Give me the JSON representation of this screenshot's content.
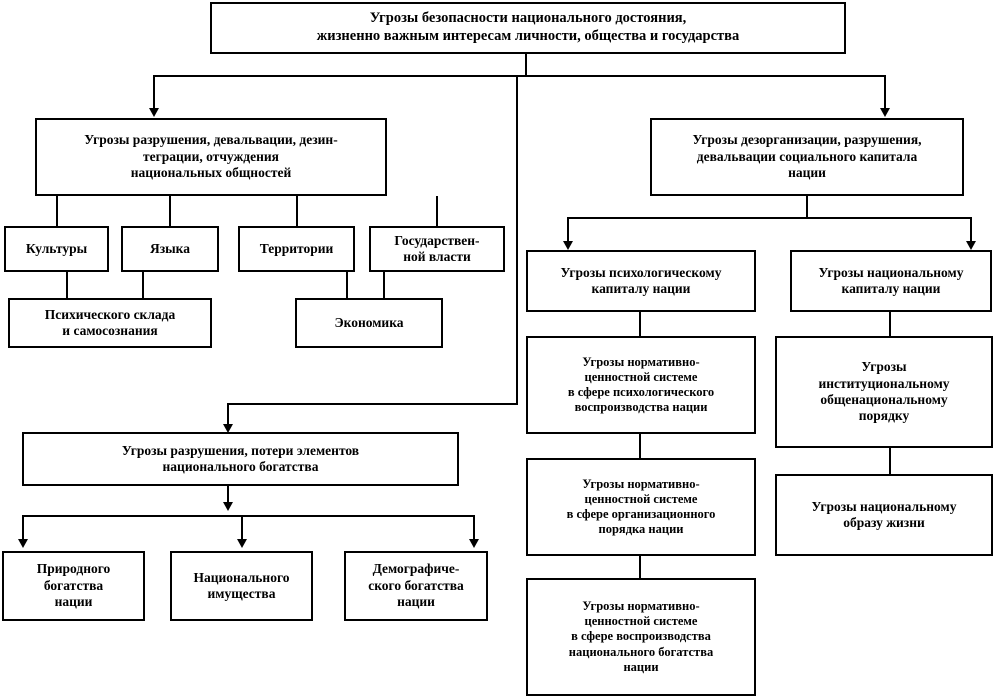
{
  "diagram": {
    "title": "Угрозы безопасности национального достояния, жизненно важным интересам личности, общества и государства",
    "root": {
      "line1": "Угрозы безопасности национального достояния,",
      "line2": "жизненно важным интересам личности, общества и государства"
    },
    "branches": {
      "left": {
        "header": "Угрозы разрушения, девальвации, дезин-­теграции, отчуждения национальных общностей",
        "header_lines": [
          "Угрозы разрушения, девальвации, дезин-",
          "теграции, отчуждения",
          "национальных общностей"
        ],
        "children": [
          {
            "label": "Культуры"
          },
          {
            "label": "Языка"
          },
          {
            "label": "Территории"
          },
          {
            "label": "Государствен-\nной власти",
            "lines": [
              "Государствен-",
              "ной власти"
            ]
          }
        ],
        "grandchildren": [
          {
            "label": "Психического склада и самосознания",
            "lines": [
              "Психического склада",
              "и самосознания"
            ]
          },
          {
            "label": "Экономика",
            "lines": [
              "Экономика"
            ]
          }
        ]
      },
      "center": {
        "header": "Угрозы разрушения, потери элементов национального богатства",
        "header_lines": [
          "Угрозы разрушения, потери элементов",
          "национального богатства"
        ],
        "children": [
          {
            "label": "Природного богатства нации",
            "lines": [
              "Природного",
              "богатства",
              "нации"
            ]
          },
          {
            "label": "Национального имущества",
            "lines": [
              "Национального",
              "имущества"
            ]
          },
          {
            "label": "Демографического богатства нации",
            "lines": [
              "Демографиче-",
              "ского богатства",
              "нации"
            ]
          }
        ]
      },
      "right": {
        "header": "Угрозы дезорганизации, разрушения, девальвации социального капитала нации",
        "header_lines": [
          "Угрозы дезорганизации, разрушения,",
          "девальвации социального капитала",
          "нации"
        ],
        "column_psychological": {
          "head": {
            "label": "Угрозы психологическому капиталу нации",
            "lines": [
              "Угрозы психологическому",
              "капиталу нации"
            ]
          },
          "items": [
            {
              "label": "Угрозы нормативно-ценностной системе в сфере психологического воспроизводства нации",
              "lines": [
                "Угрозы нормативно-",
                "ценностной системе",
                "в сфере психологического",
                "воспроизводства нации"
              ]
            },
            {
              "label": "Угрозы нормативно-ценностной системе в сфере организационного порядка нации",
              "lines": [
                "Угрозы нормативно-",
                "ценностной системе",
                "в сфере организационного",
                "порядка нации"
              ]
            },
            {
              "label": "Угрозы нормативно-ценностной системе в сфере воспроизводства национального богатства нации",
              "lines": [
                "Угрозы нормативно-",
                "ценностной системе",
                "в сфере воспроизводства",
                "национального богатства",
                "нации"
              ]
            }
          ]
        },
        "column_national": {
          "head": {
            "label": "Угрозы национальному капиталу нации",
            "lines": [
              "Угрозы национальному",
              "капиталу нации"
            ]
          },
          "items": [
            {
              "label": "Угрозы институциональному общенациональному порядку",
              "lines": [
                "Угрозы",
                "институциональному",
                "общенациональному",
                "порядку"
              ]
            },
            {
              "label": "Угрозы национальному образу жизни",
              "lines": [
                "Угрозы национальному",
                "образу жизни"
              ]
            }
          ]
        }
      }
    },
    "colors": {
      "line": "#000000",
      "box_fill": "#ffffff",
      "text": "#000000"
    }
  }
}
